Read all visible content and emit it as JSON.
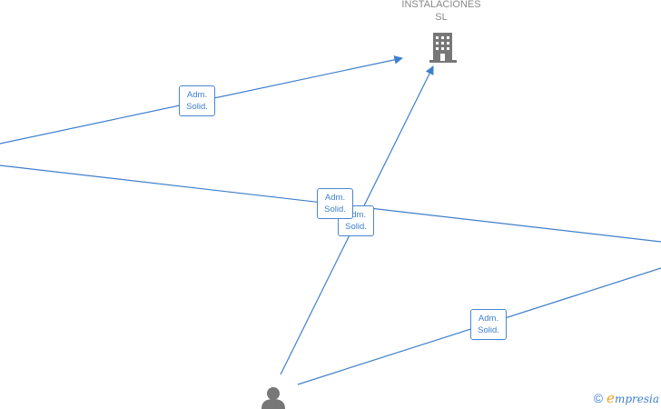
{
  "company": {
    "name": "INSTALACIONES\nSL",
    "icon": "building-icon"
  },
  "person": {
    "icon": "person-icon"
  },
  "relations": [
    {
      "line1": "Adm.",
      "line2": "Solid."
    },
    {
      "line1": "Adm.",
      "line2": "Solid."
    },
    {
      "line1": "Adm.",
      "line2": "Solid."
    },
    {
      "line1": "Adm.",
      "line2": "Solid."
    }
  ],
  "brand": {
    "copyright": "©",
    "initial": "e",
    "rest": "mpresia"
  },
  "colors": {
    "edge": "#3f7fcc",
    "node_icon": "#777777"
  }
}
